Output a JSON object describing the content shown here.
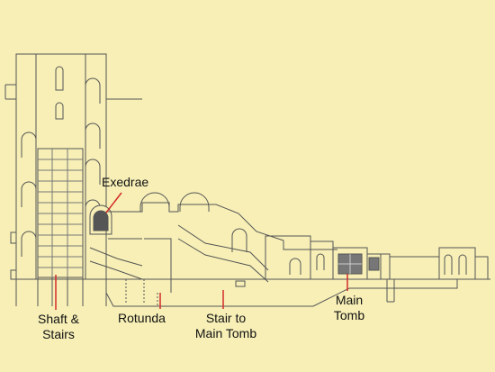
{
  "labels": {
    "exedrae": "Exedrae",
    "shaft_stairs": "Shaft &\nStairs",
    "rotunda": "Rotunda",
    "stair_to_main_tomb": "Stair to\nMain Tomb",
    "main_tomb": "Main\nTomb"
  },
  "colors": {
    "background": "#f7efb6",
    "line": "#555555",
    "pointer": "#d32a2a",
    "text": "#111111"
  }
}
